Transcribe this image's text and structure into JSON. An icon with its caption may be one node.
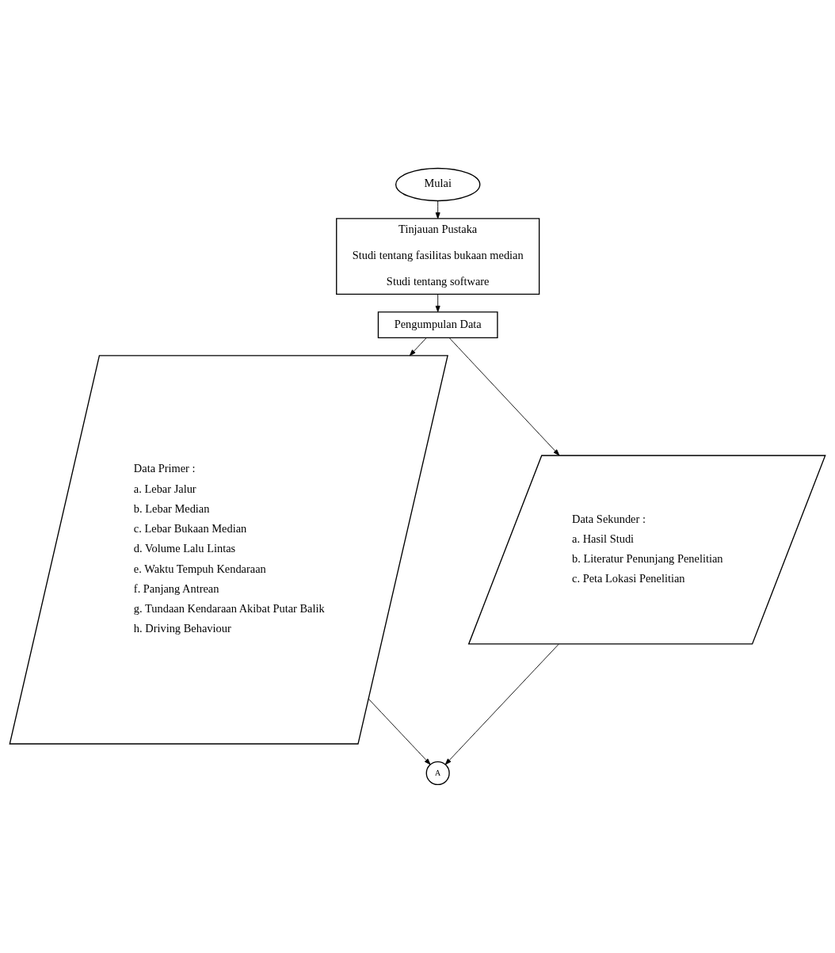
{
  "diagram": {
    "nodes": [
      {
        "text": [
          "Mulai"
        ]
      },
      {
        "text": [
          "Tinjauan Pustaka",
          "Studi tentang fasilitas bukaan median",
          "Studi tentang software"
        ]
      },
      {
        "text": [
          "Pengumpulan Data"
        ]
      },
      {
        "text": [
          "Data Primer :",
          "a. Lebar Jalur",
          "b. Lebar Median",
          "c. Lebar Bukaan Median",
          "d. Volume Lalu Lintas",
          "e. Waktu Tempuh Kendaraan",
          "f. Panjang Antrean",
          "g. Tundaan Kendaraan Akibat Putar Balik",
          "h. Driving Behaviour"
        ]
      },
      {
        "text": [
          "Data Sekunder :",
          "a. Hasil Studi",
          "b. Literatur Penunjang Penelitian",
          "c. Peta Lokasi Penelitian"
        ]
      },
      {
        "text": [
          "A"
        ]
      }
    ],
    "edges": [
      {
        "from": 0,
        "to": 1,
        "arrow": "to"
      },
      {
        "from": 1,
        "to": 2,
        "arrow": "to"
      },
      {
        "from": 2,
        "to": 3,
        "arrow": "to"
      },
      {
        "from": 2,
        "to": 4,
        "arrow": "to"
      },
      {
        "from": 3,
        "to": 5,
        "arrow": "to"
      },
      {
        "from": 4,
        "to": 5,
        "arrow": "to"
      }
    ]
  }
}
